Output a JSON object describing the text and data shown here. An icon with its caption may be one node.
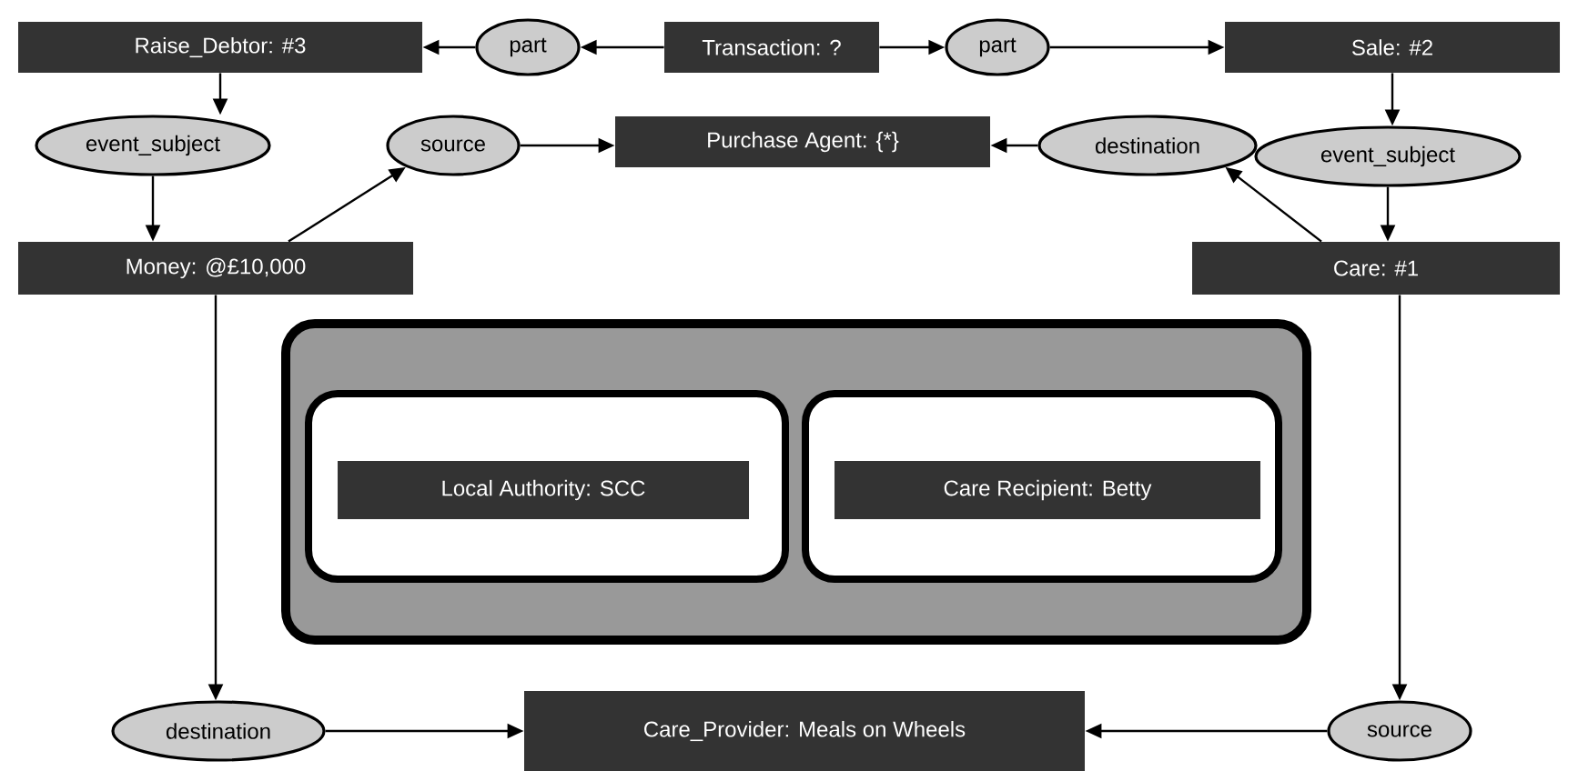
{
  "diagram": {
    "nodes": [
      {
        "text": [
          "Raise_Debtor: #3"
        ]
      },
      {
        "text": [
          "part"
        ]
      },
      {
        "text": [
          "Transaction: ?"
        ]
      },
      {
        "text": [
          "part"
        ]
      },
      {
        "text": [
          "Sale: #2"
        ]
      },
      {
        "text": [
          "event_subject"
        ]
      },
      {
        "text": [
          "source"
        ]
      },
      {
        "text": [
          "Purchase Agent: {*}"
        ]
      },
      {
        "text": [
          "destination"
        ]
      },
      {
        "text": [
          "event_subject"
        ]
      },
      {
        "text": [
          "Money: @£10,000"
        ]
      },
      {
        "text": [
          "Care: #1"
        ]
      },
      {
        "text": [],
        "shape": "box"
      },
      {
        "text": [],
        "shape": "box",
        "in": 12
      },
      {
        "text": [
          "Local Authority: SCC"
        ],
        "in": 13
      },
      {
        "text": [],
        "shape": "box",
        "in": 12
      },
      {
        "text": [
          "Care Recipient: Betty"
        ],
        "in": 15
      },
      {
        "text": [
          "destination"
        ]
      },
      {
        "text": [
          "Care_Provider: Meals on Wheels"
        ]
      },
      {
        "text": [
          "source"
        ]
      }
    ],
    "edges": [
      {
        "from": 2,
        "to": 1,
        "arrow": "to"
      },
      {
        "from": 1,
        "to": 0,
        "arrow": "to"
      },
      {
        "from": 2,
        "to": 3,
        "arrow": "to"
      },
      {
        "from": 3,
        "to": 4,
        "arrow": "to"
      },
      {
        "from": 0,
        "to": 5,
        "arrow": "to"
      },
      {
        "from": 5,
        "to": 10,
        "arrow": "to"
      },
      {
        "from": 10,
        "to": 6,
        "arrow": "to"
      },
      {
        "from": 6,
        "to": 7,
        "arrow": "to"
      },
      {
        "from": 4,
        "to": 9,
        "arrow": "to"
      },
      {
        "from": 9,
        "to": 11,
        "arrow": "to"
      },
      {
        "from": 11,
        "to": 8,
        "arrow": "to"
      },
      {
        "from": 8,
        "to": 7,
        "arrow": "to"
      },
      {
        "from": 10,
        "to": 17,
        "arrow": "to"
      },
      {
        "from": 17,
        "to": 18,
        "arrow": "to"
      },
      {
        "from": 11,
        "to": 19,
        "arrow": "to"
      },
      {
        "from": 19,
        "to": 18,
        "arrow": "to"
      }
    ]
  }
}
